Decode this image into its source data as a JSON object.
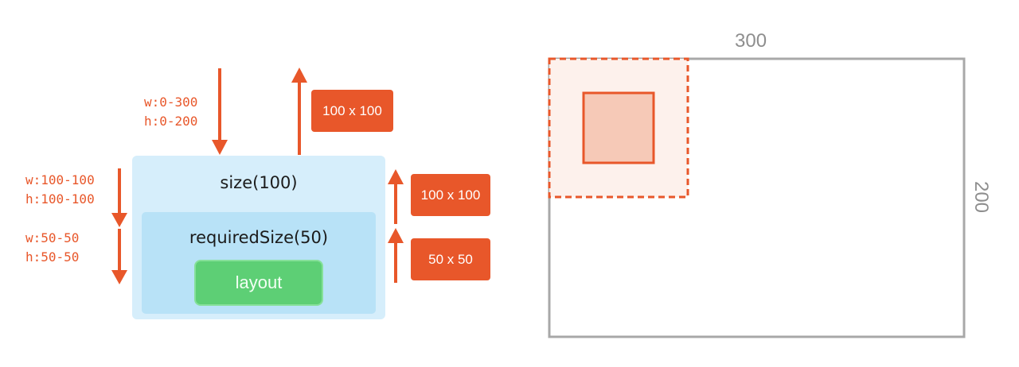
{
  "left": {
    "parent_constraint": {
      "w": "w:0-300",
      "h": "h:0-200"
    },
    "size_constraint": {
      "w": "w:100-100",
      "h": "h:100-100"
    },
    "required_constraint": {
      "w": "w:50-50",
      "h": "h:50-50"
    },
    "modifiers": {
      "outer": "size(100)",
      "inner": "requiredSize(50)",
      "layout": "layout"
    },
    "badges": {
      "parent_result": "100 x 100",
      "size_result": "100 x 100",
      "required_result": "50 x 50"
    }
  },
  "right": {
    "width_label": "300",
    "height_label": "200"
  },
  "colors": {
    "accent": "#e8572a",
    "outer_box": "#d6eefb",
    "inner_box": "#b8e2f7",
    "layout_box": "#5dcf75",
    "canvas_border": "#9e9e9e",
    "dashed_fill": "#fdf1ec",
    "square_fill": "#f6c9b7"
  }
}
